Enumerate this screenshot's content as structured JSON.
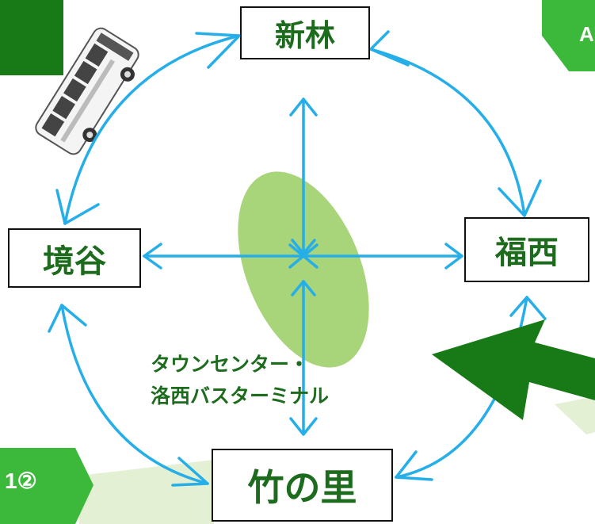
{
  "nodes": {
    "north": "新林",
    "west": "境谷",
    "east": "福西",
    "south": "竹の里"
  },
  "center_label": {
    "line1": "タウンセンター・",
    "line2": "洛西バスターミナル"
  },
  "tag_top_right": "A",
  "tag_bottom_left": "1②",
  "colors": {
    "arrow": "#25aee8",
    "dark_green": "#177a17",
    "bright_green": "#3cb83a",
    "light_green": "#a8d47a",
    "pale_green": "#e3f0d3",
    "node_text": "#1d6b1d"
  },
  "icons": [
    "bus-icon",
    "big-green-arrow"
  ]
}
